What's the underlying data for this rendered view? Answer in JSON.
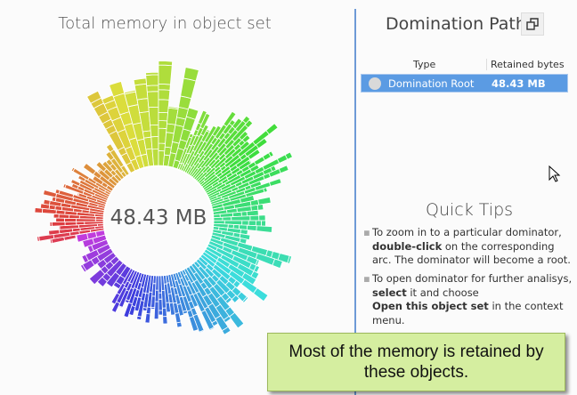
{
  "left_panel": {
    "title": "Total memory in object set",
    "center_value": "48.43 MB"
  },
  "right_panel": {
    "title": "Domination Path",
    "copy_icon": "copy-icon",
    "columns": [
      "Type",
      "Retained bytes"
    ],
    "rows": [
      {
        "type": "Domination Root",
        "retained": "48.43 MB",
        "selected": true
      }
    ],
    "quick_tips": {
      "title": "Quick Tips",
      "tip1": {
        "pre": "To zoom in to a particular dominator,",
        "bold": "double-click",
        "post": " on the corresponding arc. The dominator will become a root."
      },
      "tip2": {
        "pre": "To open dominator for further analisys,",
        "bold": "select",
        "post": " it and choose",
        "bold2": "Open this object set",
        "post2": " in the context menu."
      }
    }
  },
  "callout": {
    "text": "Most of the memory is retained by these objects."
  },
  "colors": {
    "divider": "#6e9ad6",
    "selection": "#5b9be3",
    "callout": "#d5eea0"
  }
}
